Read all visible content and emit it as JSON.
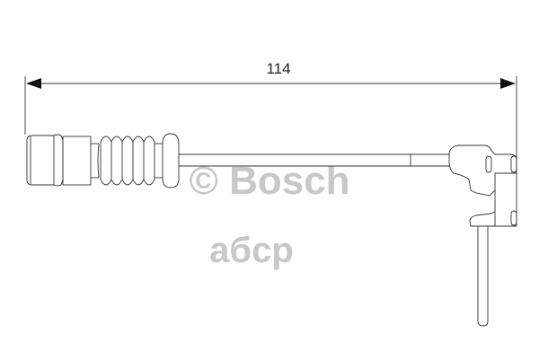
{
  "drawing": {
    "dimension_label": "114",
    "watermark_brand": "© Bosch",
    "watermark_site": "aбcp",
    "line_color": "#333333",
    "watermark_color": "#c8c8c8"
  }
}
